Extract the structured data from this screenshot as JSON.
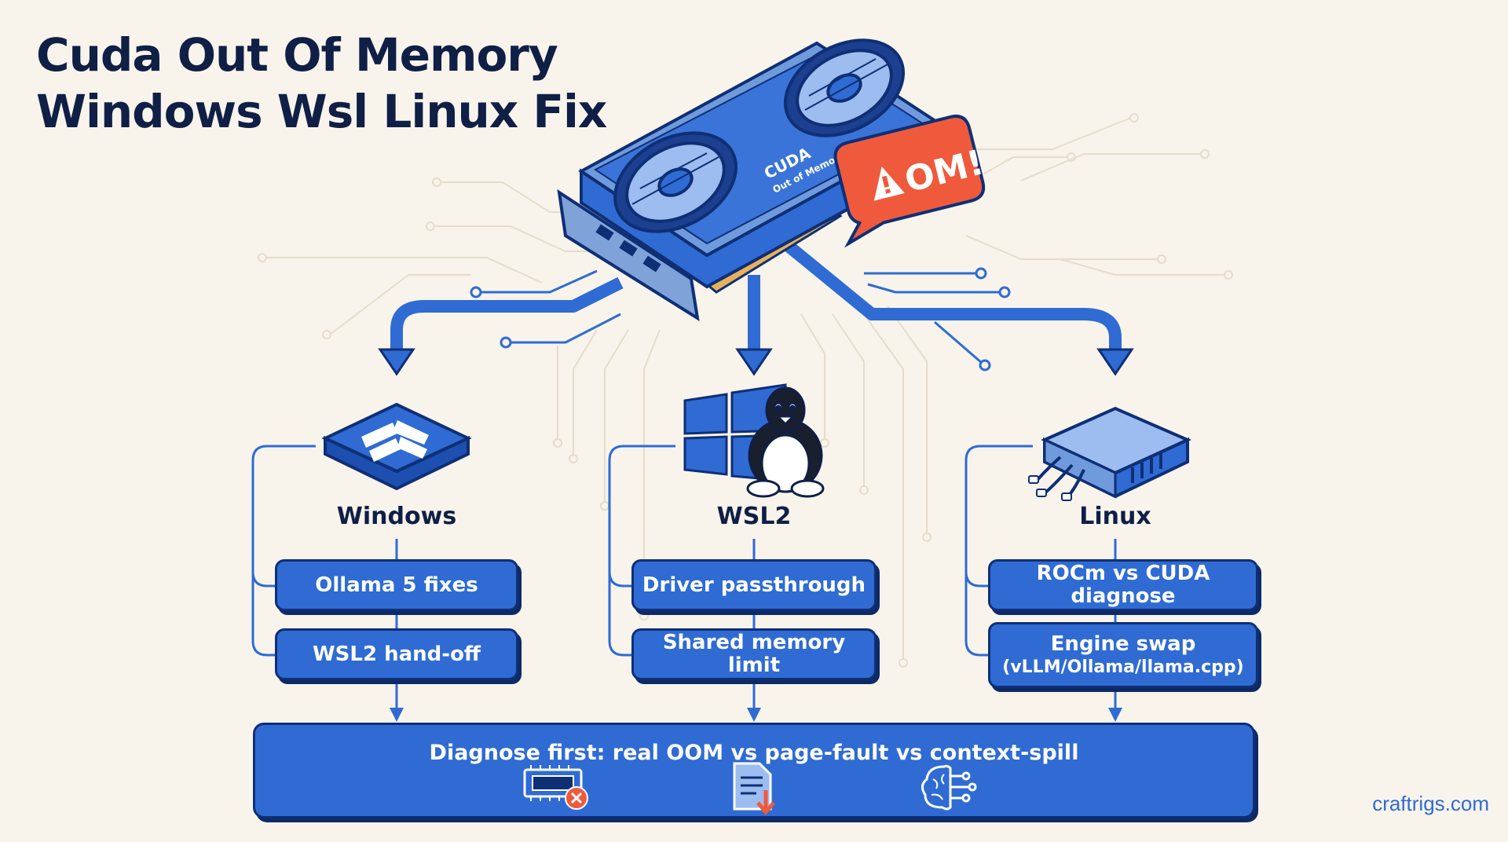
{
  "title": {
    "line1": "Cuda Out Of Memory",
    "line2": "Windows Wsl Linux Fix"
  },
  "gpu": {
    "label_line1": "CUDA",
    "label_line2": "Out of Memory",
    "alert": "OM!"
  },
  "columns": [
    {
      "label": "Windows",
      "icon": "windows-logo-icon",
      "boxes": [
        {
          "main": "Ollama 5 fixes"
        },
        {
          "main": "WSL2 hand-off"
        }
      ]
    },
    {
      "label": "WSL2",
      "icon": "windows-penguin-icon",
      "boxes": [
        {
          "main": "Driver passthrough"
        },
        {
          "main": "Shared memory limit"
        }
      ]
    },
    {
      "label": "Linux",
      "icon": "server-icon",
      "boxes": [
        {
          "main": "ROCm vs CUDA diagnose"
        },
        {
          "main": "Engine swap",
          "sub": "(vLLM/Ollama/llama.cpp)"
        }
      ]
    }
  ],
  "bottom": {
    "text": "Diagnose first: real OOM vs page-fault vs context-spill",
    "icons": [
      "memory-error-icon",
      "document-download-icon",
      "brain-circuit-icon"
    ]
  },
  "footer": "craftrigs.com",
  "colors": {
    "primary_blue": "#2f6bd3",
    "dark_navy": "#0f1f45",
    "alert_orange": "#ef5a3c",
    "background": "#f8f4ec"
  }
}
